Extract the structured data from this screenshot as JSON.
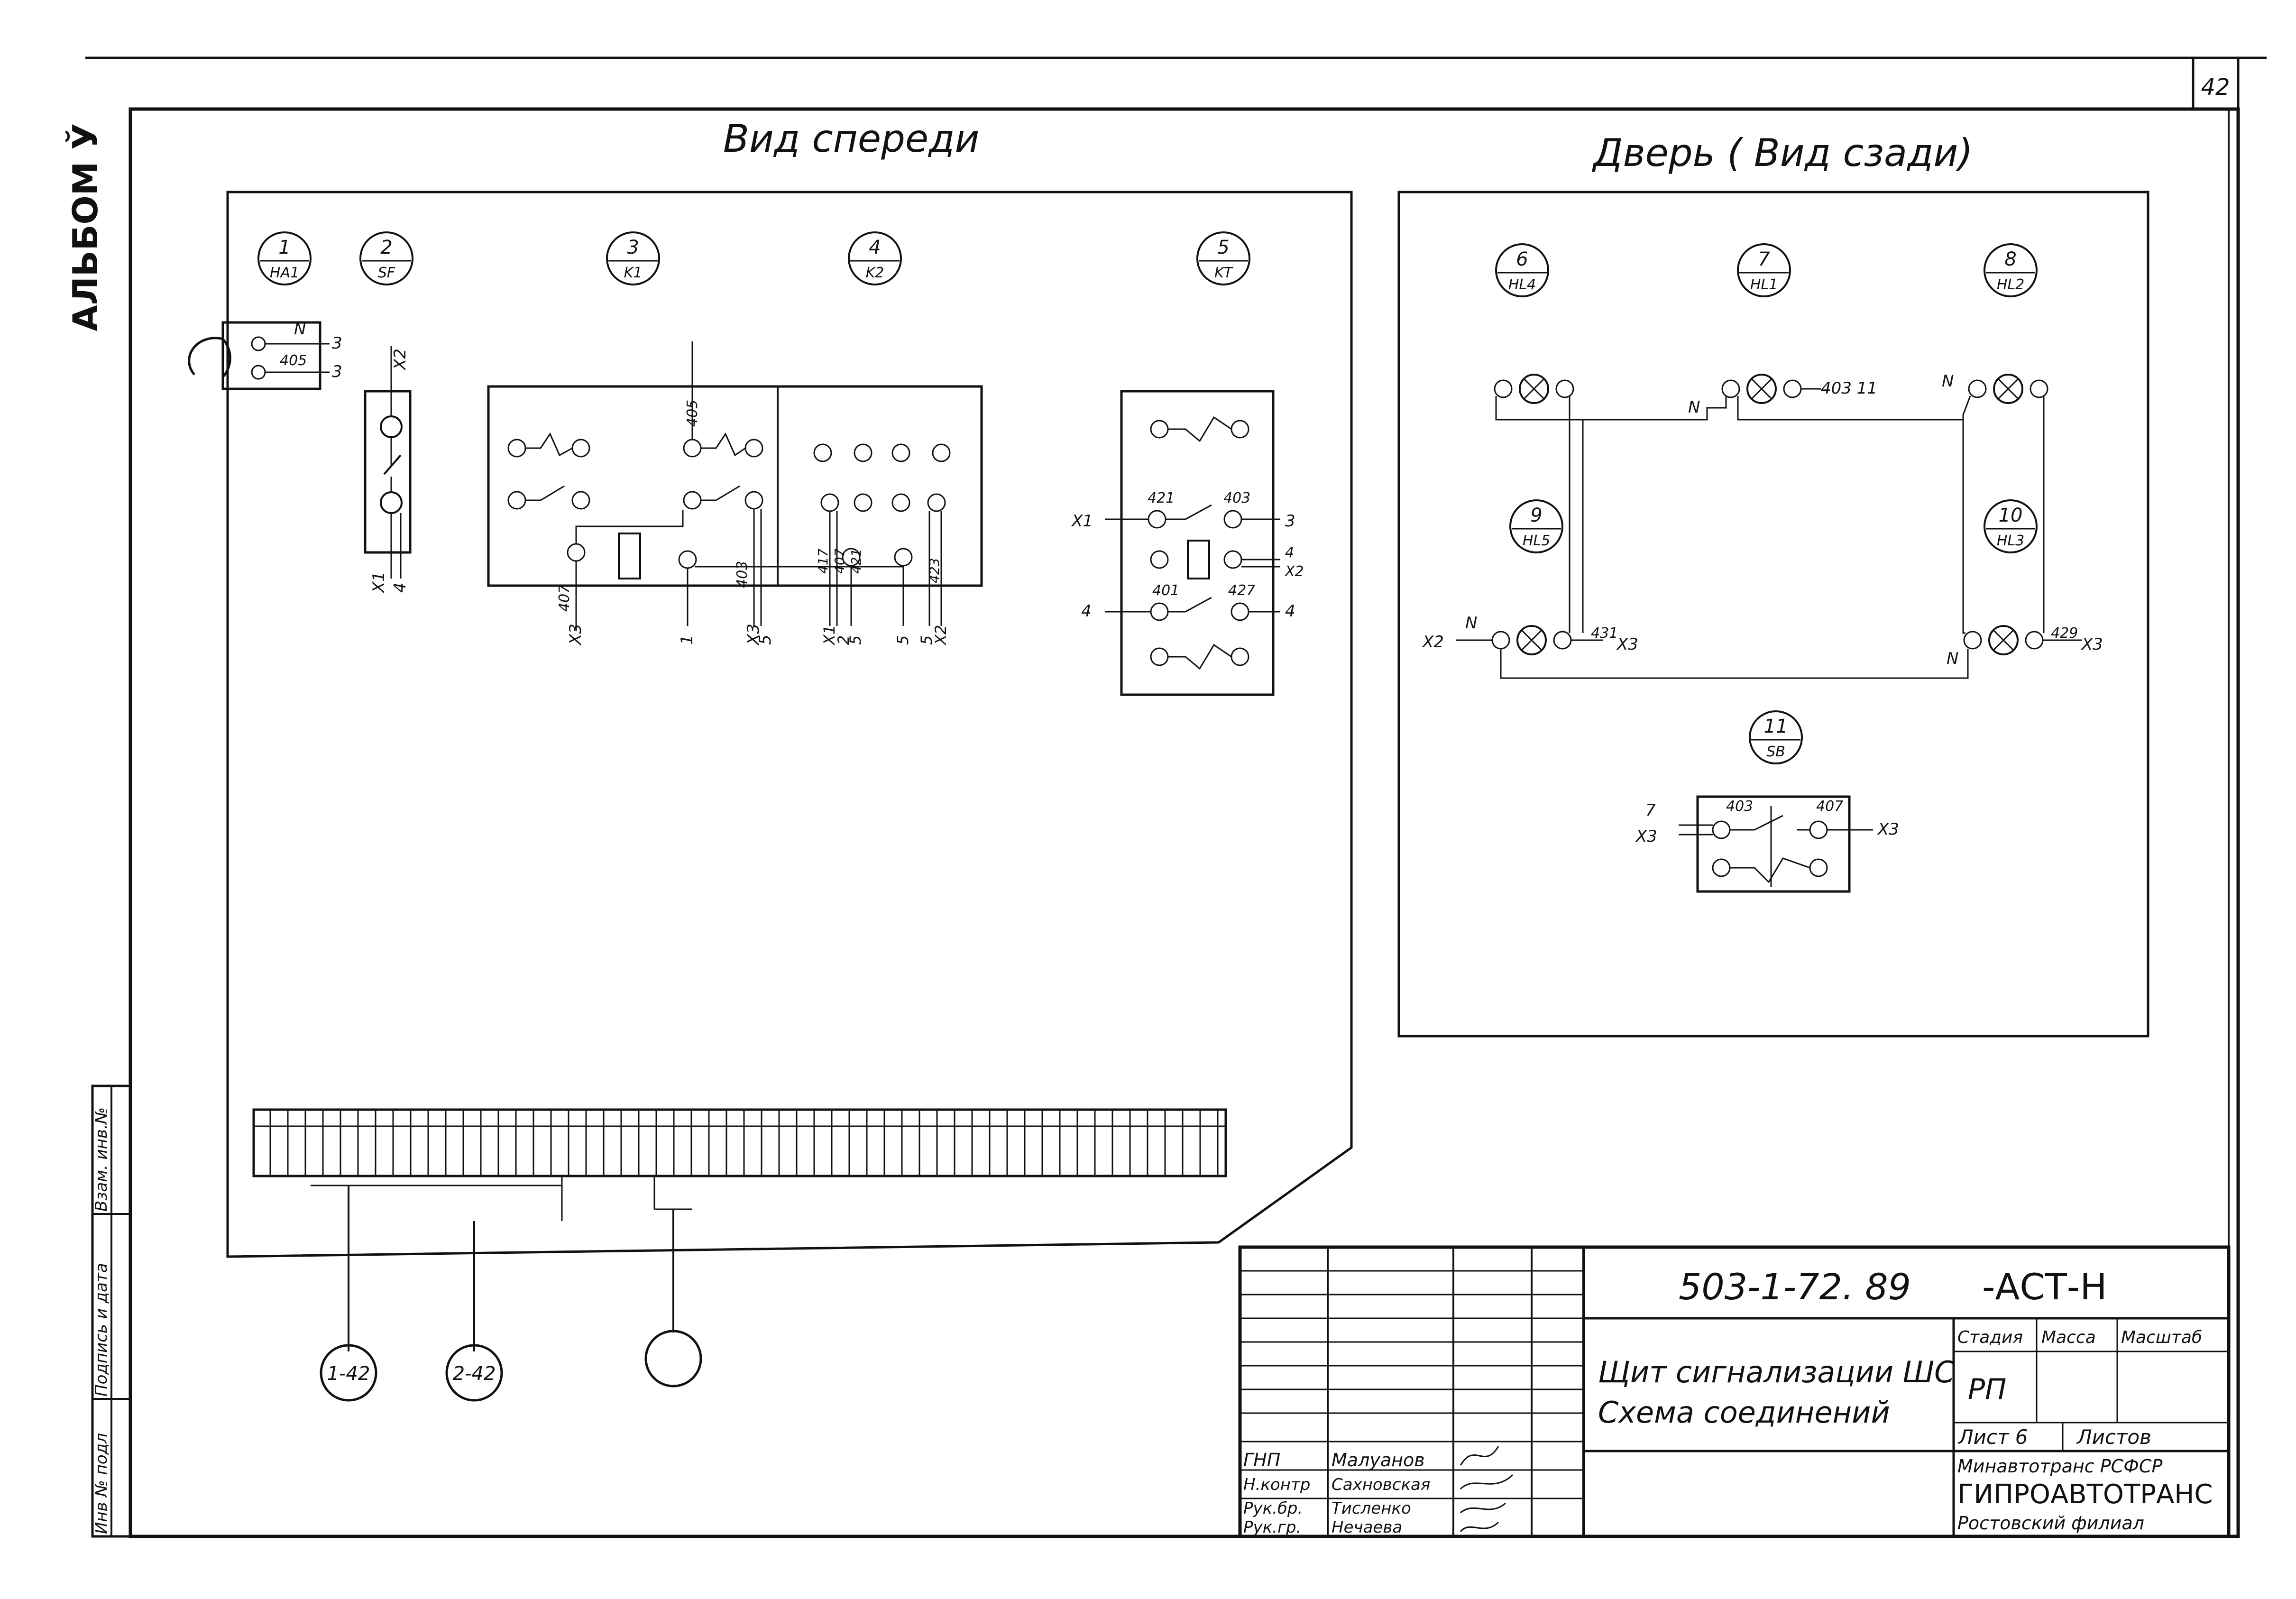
{
  "sheet_number": "42",
  "album_label": "АЛЬБОМ Ў",
  "front_view_title": "Вид спереди",
  "door_view_title": "Дверь ( Вид сзади)",
  "side_stamp": {
    "inv_no": "Инв № подл",
    "sign_date": "Подпись и дата",
    "replaced_inv": "Взам. инв.№"
  },
  "front_items": [
    {
      "num": "1",
      "code": "HA1"
    },
    {
      "num": "2",
      "code": "SF"
    },
    {
      "num": "3",
      "code": "K1"
    },
    {
      "num": "4",
      "code": "K2"
    },
    {
      "num": "5",
      "code": "KT"
    }
  ],
  "door_items": [
    {
      "num": "6",
      "code": "HL4"
    },
    {
      "num": "7",
      "code": "HL1"
    },
    {
      "num": "8",
      "code": "HL2"
    },
    {
      "num": "9",
      "code": "HL5"
    },
    {
      "num": "10",
      "code": "HL3"
    },
    {
      "num": "11",
      "code": "SB"
    }
  ],
  "bundle_labels": [
    "1-42",
    "2-42"
  ],
  "title_block": {
    "doc_code": "503-1-72. 89",
    "doc_suffix": "-АСТ-Н",
    "title_line1": "Щит сигнализации ШС",
    "title_line2": "Схема соединений",
    "col_stage": "Стадия",
    "col_mass": "Масса",
    "col_scale": "Масштаб",
    "stage": "РП",
    "sheet_label": "Лист 6",
    "sheets_label": "Листов",
    "org1": "Минавтотранс РСФСР",
    "org2": "ГИПРОАВТОТРАНС",
    "org3": "Ростовский филиал",
    "roles": [
      {
        "role": "ГНП",
        "name": "Малуанов"
      },
      {
        "role": "Н.контр",
        "name": "Сахновская"
      },
      {
        "role": "Рук.бр.",
        "name": "Тисленко"
      },
      {
        "role": "Рук.гр.",
        "name": "Нечаева"
      }
    ]
  }
}
